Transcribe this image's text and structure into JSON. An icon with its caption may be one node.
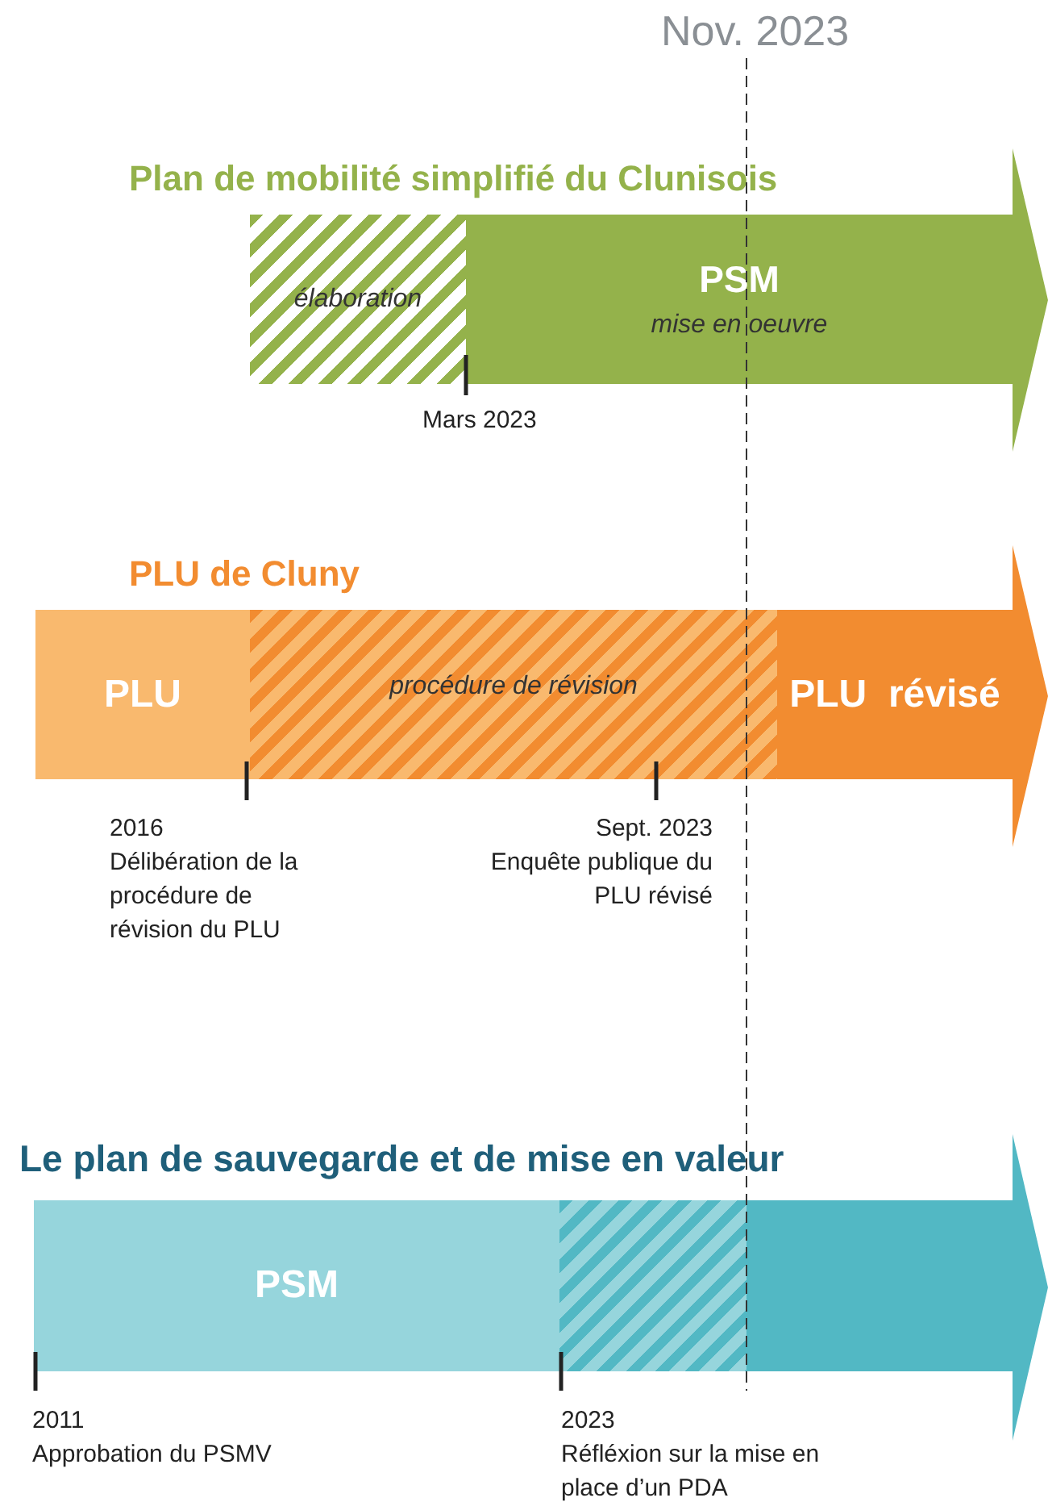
{
  "diagram": {
    "nodes": [
      {
        "text": [
          "Plan de mobilité simplifié du Clunisois"
        ]
      },
      {
        "text": [
          "élaboration"
        ],
        "in": 0,
        "beside": [
          "Mars 2023"
        ]
      },
      {
        "text": [
          "PSM",
          "mise en oeuvre"
        ],
        "in": 0
      },
      {
        "text": [
          "PLU de Cluny"
        ]
      },
      {
        "text": [
          "PLU"
        ],
        "in": 3
      },
      {
        "text": [
          "procédure de révision"
        ],
        "in": 3,
        "beside": [
          "2016",
          "Délibération de la procédure de révision du PLU",
          "Sept. 2023",
          "Enquête publique du PLU révisé"
        ]
      },
      {
        "text": [
          "PLU  révisé"
        ],
        "in": 3
      },
      {
        "text": [
          "Le plan de sauvegarde et de mise en valeur"
        ]
      },
      {
        "text": [
          "PSM"
        ],
        "in": 7,
        "beside": [
          "2011",
          "Approbation du PSMV"
        ]
      },
      {
        "text": [],
        "shape": "box",
        "in": 7,
        "beside": [
          "2023",
          "Réfléxion sur la mise en place d’un PDA"
        ]
      }
    ],
    "edges": [],
    "labels": [
      "Nov. 2023"
    ]
  }
}
